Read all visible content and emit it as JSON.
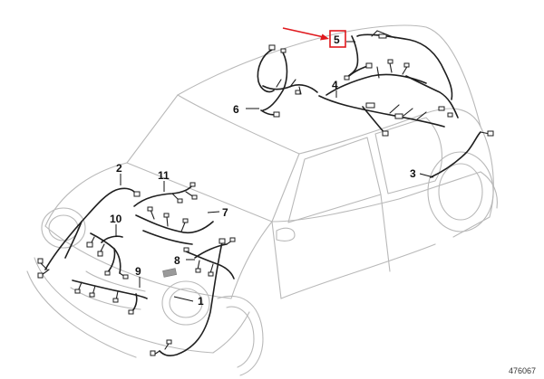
{
  "parts": [
    {
      "id": "part-1",
      "label": "1"
    },
    {
      "id": "part-2",
      "label": "2"
    },
    {
      "id": "part-3",
      "label": "3"
    },
    {
      "id": "part-4",
      "label": "4"
    },
    {
      "id": "part-5",
      "label": "5"
    },
    {
      "id": "part-6",
      "label": "6"
    },
    {
      "id": "part-7",
      "label": "7"
    },
    {
      "id": "part-8",
      "label": "8"
    },
    {
      "id": "part-9",
      "label": "9"
    },
    {
      "id": "part-10",
      "label": "10"
    },
    {
      "id": "part-11",
      "label": "11"
    }
  ],
  "reference_number": "476067",
  "colors": {
    "highlight": "#e0191e",
    "harness": "#1f1f1f",
    "outline": "#b9b9b9"
  }
}
